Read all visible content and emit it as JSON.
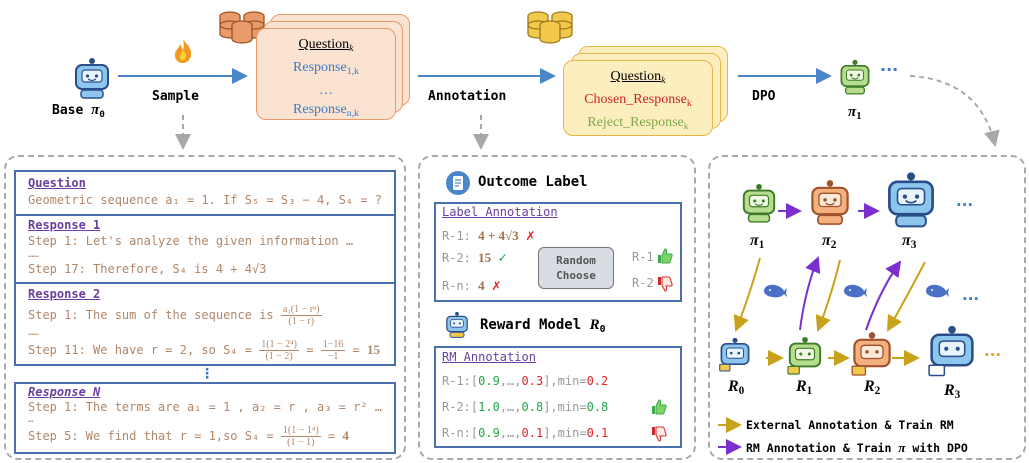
{
  "top": {
    "base_label": "Base",
    "base_sym": "π",
    "base_sub": "0",
    "sample_label": "Sample",
    "card1": {
      "question": "Question",
      "question_sub": "k",
      "response1": "Response",
      "response1_sub": "1,k",
      "dots": "…",
      "responsen": "Response",
      "responsen_sub": "n,k"
    },
    "annotation_label": "Annotation",
    "card2": {
      "question": "Question",
      "question_sub": "k",
      "chosen": "Chosen_Response",
      "chosen_sub": "k",
      "reject": "Reject_Response",
      "reject_sub": "k"
    },
    "dpo_label": "DPO",
    "pi1_sym": "π",
    "pi1_sub": "1",
    "ellipsis": "···"
  },
  "left": {
    "sections": [
      {
        "title": "Question",
        "lines": [
          "Geometric sequence a₁ = 1. If S₅ = S₃ − 4, S₄ = ?"
        ]
      },
      {
        "title": "Response 1",
        "lines": [
          "Step 1: Let's analyze the given information …",
          "……",
          "Step 17: Therefore, S₄ is 4 + 4√3"
        ]
      },
      {
        "title": "Response 2",
        "lines": [
          "Step 1: The sum of the sequence is",
          "……",
          "Step 11: We have r = 2, so S₄ ="
        ]
      },
      {
        "title": "Response N",
        "lines": [
          "Step 1: The terms are a₁ = 1 , a₂ = r , a₃ = r² …",
          "…",
          "Step 5: We find that r = 1,so S₄ ="
        ]
      }
    ],
    "vdots": "⋮",
    "frac_r2_num": "a₁(1 − rⁿ)",
    "frac_r2_den": "(1 − r)",
    "frac_s11_num": "1(1 − 2⁴)",
    "frac_s11_den": "(1 − 2)",
    "frac_s11_num2": "1−16",
    "frac_s11_den2": "−1",
    "val_15": "15",
    "frac_n_num": "1(1 − 1⁴)",
    "frac_n_den": "(1 − 1)",
    "val_4": "4"
  },
  "mid": {
    "outcome_title": "Outcome Label",
    "label_ann_title": "Label Annotation",
    "r1_prefix": "R-1:",
    "r1_value": "4 + 4√3",
    "r2_prefix": "R-2:",
    "r2_value": "15",
    "rn_prefix": "R-n:",
    "rn_value": "4",
    "random_choose_1": "Random",
    "random_choose_2": "Choose",
    "out_r1": "R-1",
    "out_r2": "R-2",
    "reward_title": "Reward Model",
    "reward_sym": "R",
    "reward_sub": "0",
    "rm_ann_title": "RM Annotation",
    "rm_rows": [
      {
        "prefix": "R-1:",
        "v1": "0.9",
        "mid": ",…,",
        "v2": "0.3",
        "min_label": "],min=",
        "min": "0.2",
        "thumb": "none"
      },
      {
        "prefix": "R-2:",
        "v1": "1.0",
        "mid": ",…,",
        "v2": "0.8",
        "min_label": "],min=",
        "min": "0.8",
        "thumb": "up"
      },
      {
        "prefix": "R-n:",
        "v1": "0.9",
        "mid": ",…,",
        "v2": "0.1",
        "min_label": "],min=",
        "min": "0.1",
        "thumb": "down"
      }
    ]
  },
  "right": {
    "pi_labels": [
      {
        "sym": "π",
        "sub": "1"
      },
      {
        "sym": "π",
        "sub": "2"
      },
      {
        "sym": "π",
        "sub": "3"
      }
    ],
    "r_labels": [
      {
        "sym": "R",
        "sub": "0"
      },
      {
        "sym": "R",
        "sub": "1"
      },
      {
        "sym": "R",
        "sub": "2"
      },
      {
        "sym": "R",
        "sub": "3"
      }
    ],
    "dots": "···",
    "legend1": "External Annotation & Train RM",
    "legend2_pre": "RM Annotation & Train",
    "legend2_sym": "π",
    "legend2_post": "with DPO"
  },
  "colors": {
    "arrow_blue": "#4a86c8",
    "card1_fill": "#fbe3d2",
    "card1_border": "#e89a6a",
    "card2_fill": "#fdeec0",
    "card2_border": "#e6b64a",
    "blue_text": "#3a7cc2",
    "red_text": "#cc2222",
    "green_text": "#7da94a",
    "gold_arrow": "#c9a21b",
    "purple_arrow": "#7b2fd0",
    "panel_border": "#4a70b0"
  }
}
